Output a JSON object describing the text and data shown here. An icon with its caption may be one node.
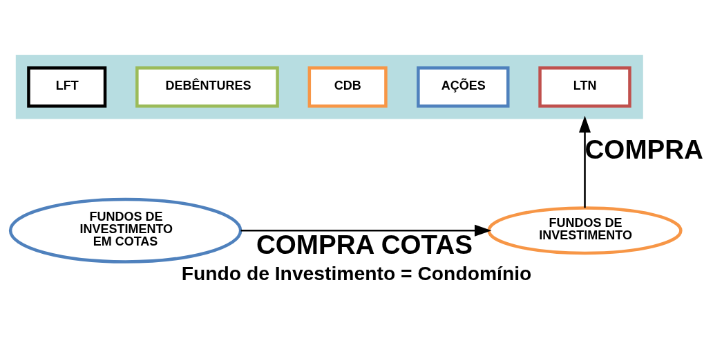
{
  "diagram": {
    "caption": "Fundo de Investimento = Condomínio",
    "nodes": [
      {
        "text": [],
        "shape": "box"
      },
      {
        "text": [
          "LFT"
        ],
        "in": 0
      },
      {
        "text": [
          "DEBÊNTURES"
        ],
        "in": 0
      },
      {
        "text": [
          "CDB"
        ],
        "in": 0
      },
      {
        "text": [
          "AÇÕES"
        ],
        "in": 0
      },
      {
        "text": [
          "LTN"
        ],
        "in": 0
      },
      {
        "text": [
          "FUNDOS DE INVESTIMENTO EM COTAS"
        ]
      },
      {
        "text": [
          "FUNDOS DE INVESTIMENTO"
        ]
      }
    ],
    "edges": [
      {
        "from": 6,
        "to": 7,
        "arrow": "to",
        "label": "COMPRA COTAS"
      },
      {
        "from": 7,
        "to": 0,
        "arrow": "to",
        "label": "COMPRA"
      }
    ]
  }
}
